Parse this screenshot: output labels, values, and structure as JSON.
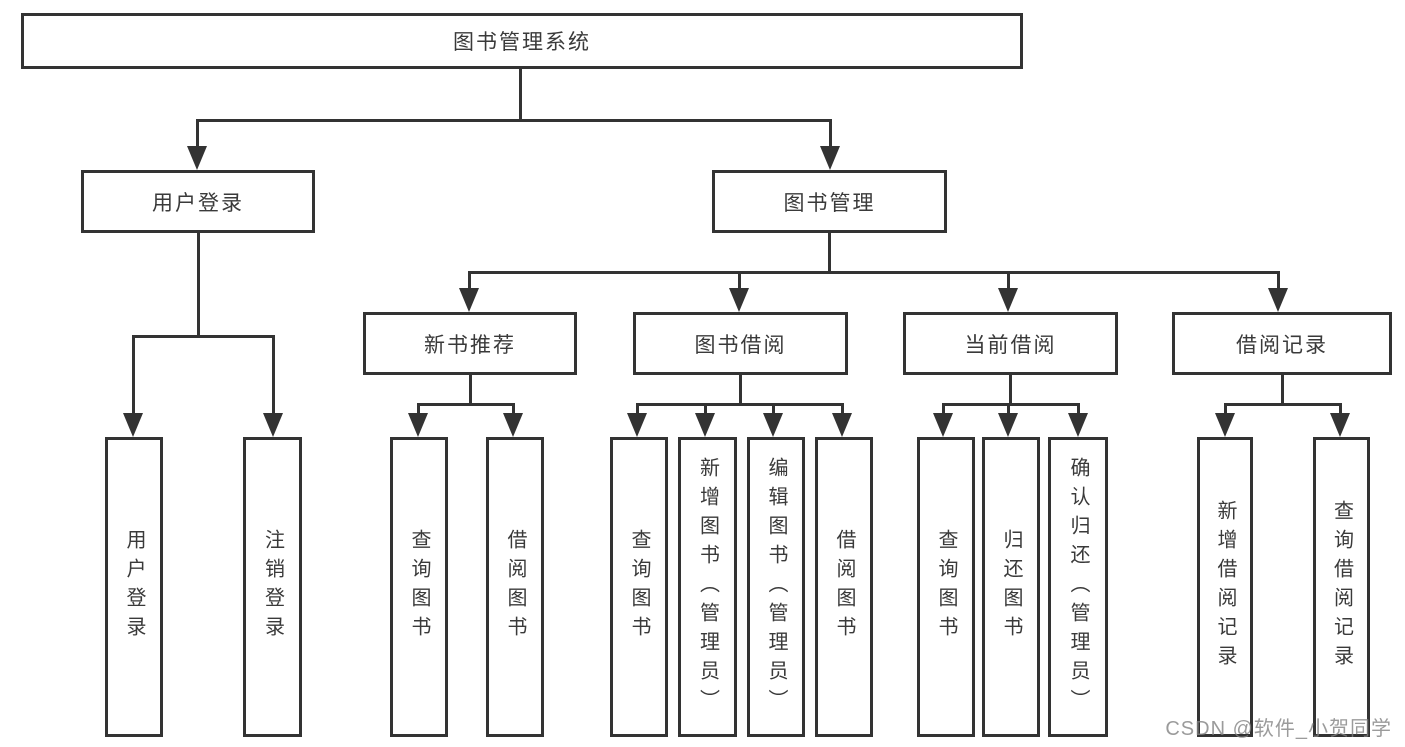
{
  "diagram": {
    "root": {
      "label": "图书管理系统"
    },
    "level2": [
      {
        "label": "用户登录",
        "leaves": [
          "用户登录",
          "注销登录"
        ]
      },
      {
        "label": "图书管理",
        "groups": [
          {
            "label": "新书推荐",
            "leaves": [
              "查询图书",
              "借阅图书"
            ]
          },
          {
            "label": "图书借阅",
            "leaves": [
              "查询图书",
              "新增图书（管理员）",
              "编辑图书（管理员）",
              "借阅图书"
            ]
          },
          {
            "label": "当前借阅",
            "leaves": [
              "查询图书",
              "归还图书",
              "确认归还（管理员）"
            ]
          },
          {
            "label": "借阅记录",
            "leaves": [
              "新增借阅记录",
              "查询借阅记录"
            ]
          }
        ]
      }
    ]
  },
  "watermark": "CSDN @软件_小贺同学",
  "colors": {
    "line": "#333333",
    "text": "#3a3a3a",
    "background": "#ffffff",
    "watermark": "#828282"
  }
}
